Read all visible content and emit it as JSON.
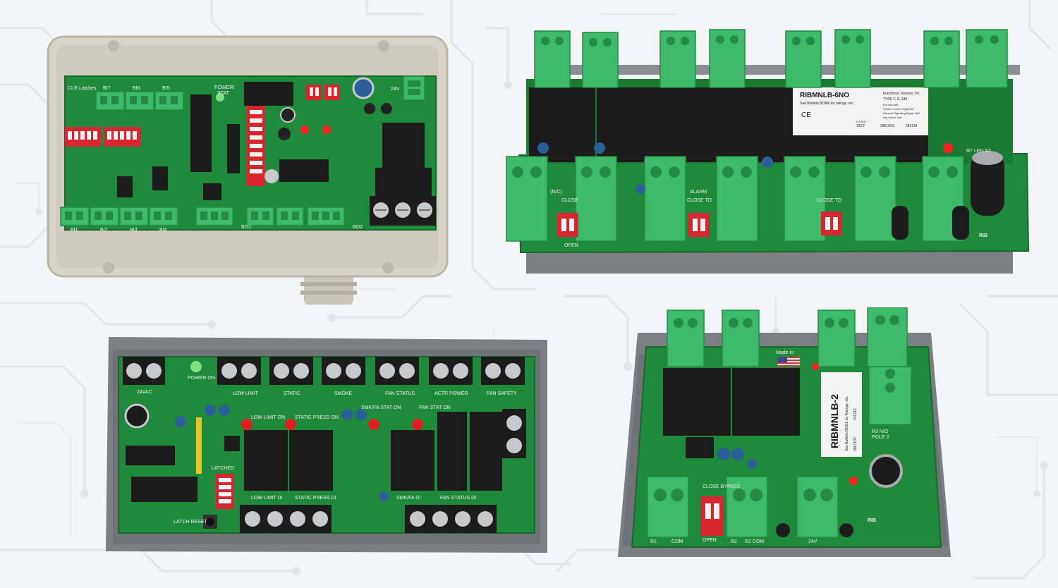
{
  "scene": {
    "background": "#f4f5f6",
    "trace_color": "#e3e5e7"
  },
  "colors": {
    "pcb_green": "#1f8a3c",
    "pcb_dark": "#16692c",
    "terminal_green": "#3dba6a",
    "terminal_dark": "#258a47",
    "relay_black": "#1c1c1c",
    "dip_red": "#d8262e",
    "track_grey": "#7b7e82",
    "enclosure_beige": "#d8d4c9",
    "screw_silver": "#c8c9cb"
  },
  "products": {
    "enclosure_board": {
      "icon": "rib-relay-enclosure",
      "labels": {
        "clr_latches": "CLR Latches",
        "bi7": "BI7",
        "bi6": "BI6",
        "bi5": "BI5",
        "bi1": "BI1",
        "bi2": "BI2",
        "bi3": "BI3",
        "bi4": "BI4",
        "bo1": "BO1",
        "bo2": "BO2",
        "power": "POWER/",
        "stat": "STAT",
        "v24": "24V"
      }
    },
    "ribmnlb_6no": {
      "icon": "din-rail-relay-board",
      "sticker": {
        "model": "RIBMNLB-6NO",
        "bulletin": "See Bulletin B1886 for ratings, etc.",
        "maker": "Functional Devices, Inc.",
        "type": "TYPE F, G, EM",
        "use1": "For use with",
        "use2": "Smoke Control Systems",
        "use3": "General Signaling Equip. NM",
        "use4": "Dry Indoor Use",
        "ce": "CE",
        "listed": "LISTED",
        "listed_code": "13CY",
        "code1": "39615X3",
        "code2": "042116"
      },
      "labels": {
        "close1": "CLOSE",
        "close2": "CLOSE TO",
        "close3": "CLOSE TO",
        "open": "OPEN",
        "alarm": "ALARM",
        "nc": "(N/C)",
        "led": "R7 LED ST",
        "logo": "RIB"
      }
    },
    "smoke_control_board": {
      "icon": "smoke-control-relay-board",
      "labels": {
        "power_on": "POWER ON",
        "v24": "24VAC",
        "low_limit": "LOW LIMIT",
        "static": "STATIC",
        "smoke": "SMOKE",
        "fan_status": "FAN STATUS",
        "actr_power": "ACTR POWER",
        "fan_safety": "FAN SAFETY",
        "low_limit_on": "LOW LIMIT ON",
        "static_press_on": "STATIC PRESS ON",
        "smk_fa_stat_on": "SMK/FA STAT ON",
        "fan_stat_on": "FAN STAT ON",
        "low_limit_di": "LOW LIMIT DI",
        "static_press_di": "STATIC PRESS DI",
        "smk_fa_di": "SMK/FA DI",
        "fan_status_di": "FAN STATUS DI",
        "latched": "LATCHED",
        "latch_reset": "LATCH RESET"
      }
    },
    "ribmnlb_2": {
      "icon": "din-rail-relay-board-small",
      "sticker": {
        "model": "RIBMNLB-2",
        "bulletin": "See Bulletin B1811 for Ratings, etc.",
        "code1": "39671DC",
        "code2": "101216"
      },
      "labels": {
        "made_in": "Made in",
        "close_bypass": "CLOSE BYPASS",
        "open": "OPEN",
        "r1": "R1",
        "com": "COM",
        "r2": "R2",
        "r2com": "R2 COM",
        "r3": "R3 N/O",
        "pole": "POLE 2",
        "v24": "24V",
        "logo": "RIB"
      }
    }
  }
}
